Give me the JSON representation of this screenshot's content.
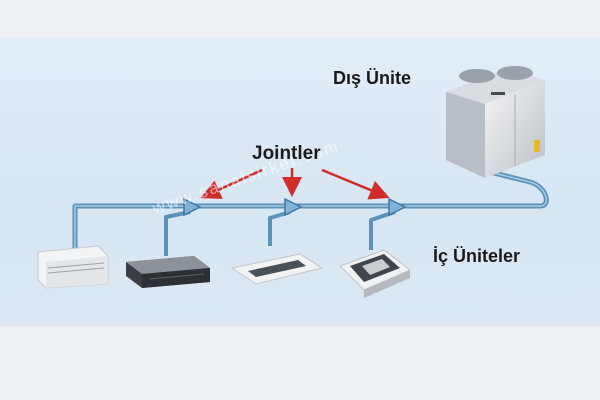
{
  "labels": {
    "outdoor_unit": "Dış Ünite",
    "joints": "Jointler",
    "indoor_units": "İç Üniteler"
  },
  "watermark": "www.sanalsirket.com",
  "colors": {
    "pipe": "#5d92b8",
    "pipe_highlight": "#a9cbe2",
    "arrow": "#d12b2b",
    "panel": "#dbe8f4"
  },
  "icons": {
    "outdoor_unit": "vrf-outdoor-unit-icon",
    "indoor_units": [
      "floor-ceiling-unit-icon",
      "ducted-unit-icon",
      "one-way-cassette-icon",
      "four-way-cassette-icon"
    ],
    "joints": "refnet-joint-icon"
  }
}
